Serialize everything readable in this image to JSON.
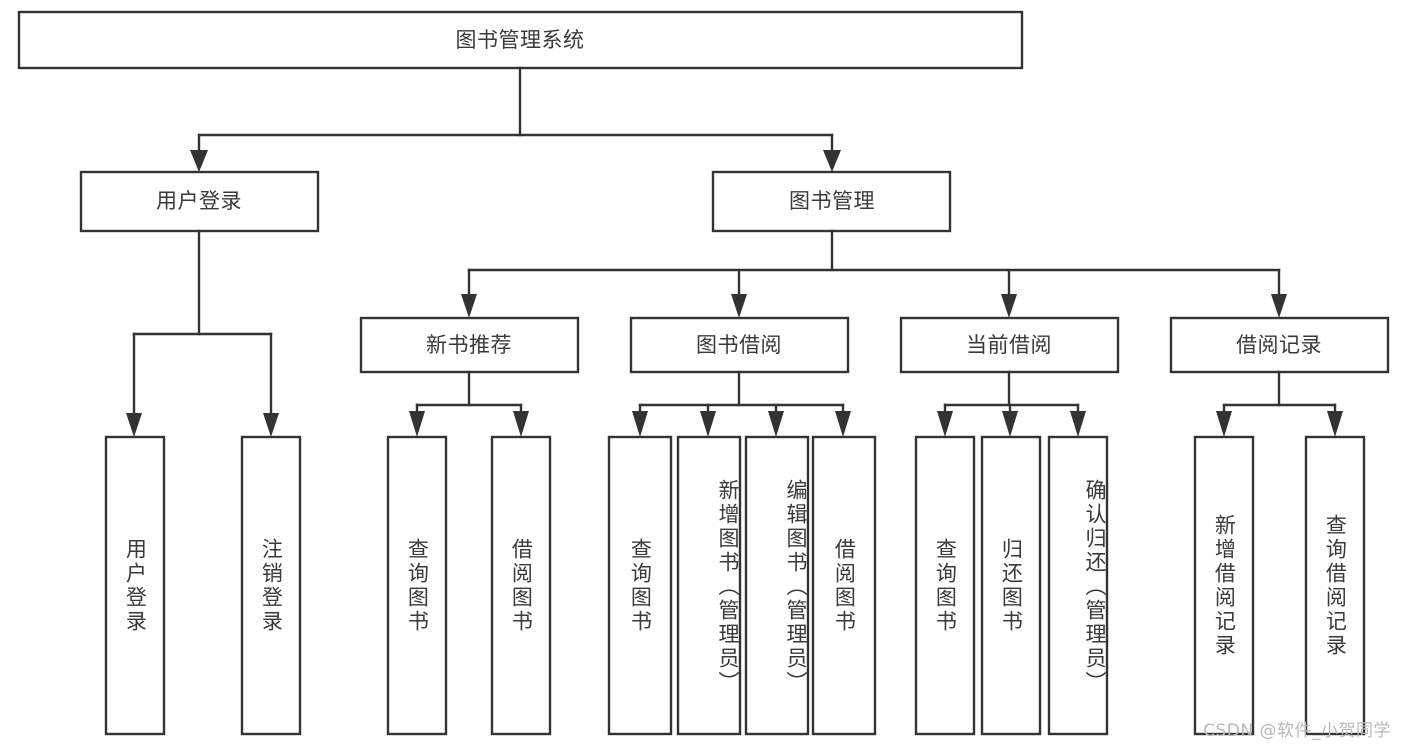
{
  "diagram": {
    "type": "tree",
    "title": "图书管理系统",
    "orientation": "top-down",
    "colors": {
      "box_stroke": "#333333",
      "box_fill": "#ffffff",
      "text": "#3a3a3a",
      "background": "#ffffff",
      "watermark": "#b9b9b9"
    },
    "root": {
      "label": "图书管理系统"
    },
    "level1": [
      {
        "label": "用户登录"
      },
      {
        "label": "图书管理"
      }
    ],
    "level2": [
      {
        "label": "新书推荐"
      },
      {
        "label": "图书借阅"
      },
      {
        "label": "当前借阅"
      },
      {
        "label": "借阅记录"
      }
    ],
    "leaves": {
      "user_login": [
        {
          "label": "用户登录"
        },
        {
          "label": "注销登录"
        }
      ],
      "new_book_recommend": [
        {
          "label": "查询图书"
        },
        {
          "label": "借阅图书"
        }
      ],
      "book_borrow": [
        {
          "label": "查询图书"
        },
        {
          "label": "新增图书（管理员）"
        },
        {
          "label": "编辑图书（管理员）"
        },
        {
          "label": "借阅图书"
        }
      ],
      "current_borrow": [
        {
          "label": "查询图书"
        },
        {
          "label": "归还图书"
        },
        {
          "label": "确认归还（管理员）"
        }
      ],
      "borrow_record": [
        {
          "label": "新增借阅记录"
        },
        {
          "label": "查询借阅记录"
        }
      ]
    }
  },
  "watermark": {
    "text": "CSDN @软件_小贺同学"
  }
}
